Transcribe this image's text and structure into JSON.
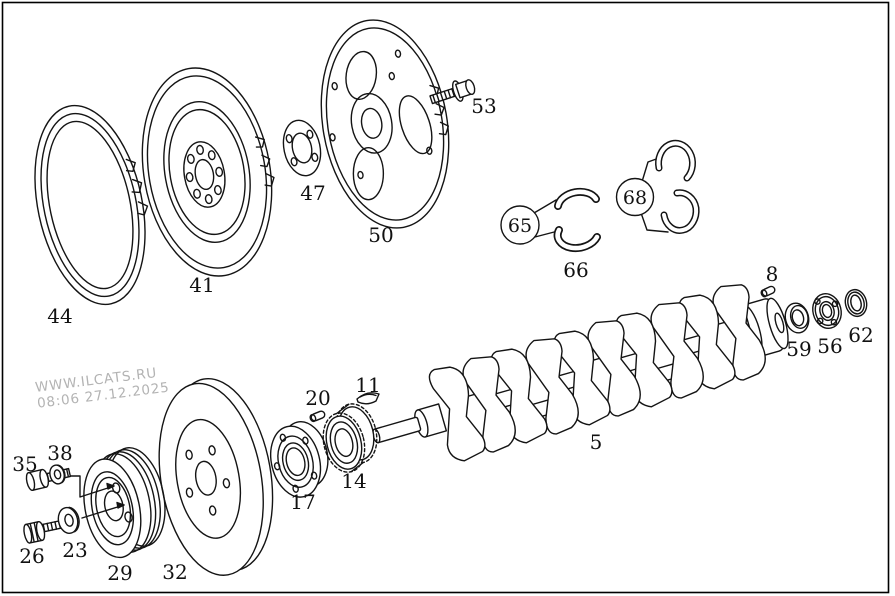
{
  "image": {
    "kind": "exploded-parts-diagram",
    "background": "#ffffff",
    "frame_color": "#000000",
    "line_color": "#141414",
    "label_color": "#111111"
  },
  "watermark": {
    "line1": "WWW.ILCATS.RU",
    "line2": "08:06 27.12.2025",
    "color": "#b3b3b3"
  },
  "parts": [
    {
      "num": "44"
    },
    {
      "num": "41"
    },
    {
      "num": "47"
    },
    {
      "num": "50"
    },
    {
      "num": "53"
    },
    {
      "num": "65"
    },
    {
      "num": "66"
    },
    {
      "num": "68"
    },
    {
      "num": "8"
    },
    {
      "num": "59"
    },
    {
      "num": "56"
    },
    {
      "num": "62"
    },
    {
      "num": "5"
    },
    {
      "num": "35"
    },
    {
      "num": "38"
    },
    {
      "num": "26"
    },
    {
      "num": "23"
    },
    {
      "num": "29"
    },
    {
      "num": "32"
    },
    {
      "num": "17"
    },
    {
      "num": "14"
    },
    {
      "num": "20"
    },
    {
      "num": "11"
    }
  ]
}
